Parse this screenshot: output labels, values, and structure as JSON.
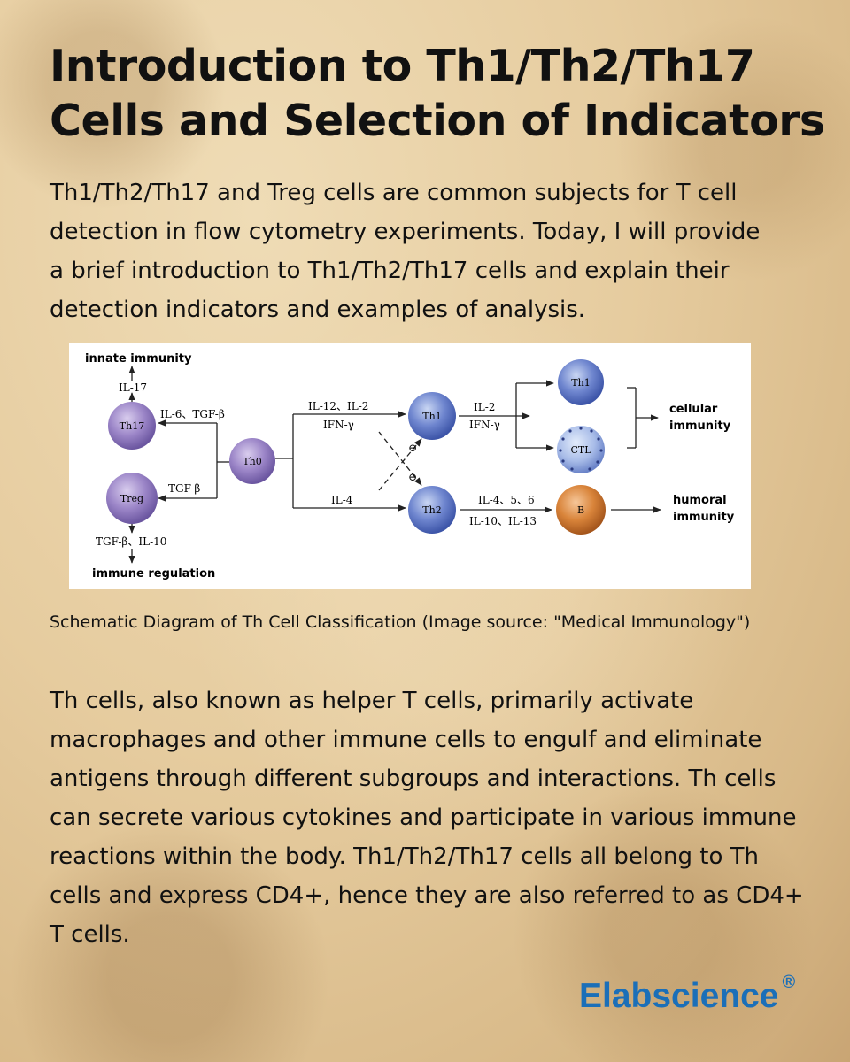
{
  "title": {
    "line1": "Introduction to Th1/Th2/Th17",
    "line2": "Cells and Selection of Indicators"
  },
  "intro": {
    "line1": "Th1/Th2/Th17 and Treg cells are common subjects for T cell",
    "line2": "detection in flow cytometry experiments. Today, I will provide",
    "line3": "a brief introduction to Th1/Th2/Th17 cells and explain their",
    "line4": "detection indicators and examples of analysis."
  },
  "diagram": {
    "innate_immunity": "innate immunity",
    "il17": "IL-17",
    "th17": "Th17",
    "il6_tgfb": "IL-6、TGF-β",
    "treg": "Treg",
    "tgfb": "TGF-β",
    "tgfb_il10": "TGF-β、IL-10",
    "immune_regulation": "immune regulation",
    "th0": "Th0",
    "il12_il2": "IL-12、IL-2",
    "ifng_1": "IFN-γ",
    "il4": "IL-4",
    "th1": "Th1",
    "th2": "Th2",
    "inhibit_symbol": "⊖",
    "il2": "IL-2",
    "ifng_2": "IFN-γ",
    "il4_5_6": "IL-4、5、6",
    "il10_13": "IL-10、IL-13",
    "th1_out": "Th1",
    "ctl": "CTL",
    "b": "B",
    "cellular_1": "cellular",
    "cellular_2": "immunity",
    "humoral_1": "humoral",
    "humoral_2": "immunity"
  },
  "caption": "Schematic Diagram of Th Cell Classification (Image source: \"Medical Immunology\")",
  "body": {
    "line1": "Th cells, also known as helper T cells, primarily activate",
    "line2": "macrophages and other immune cells to engulf and eliminate",
    "line3": "antigens through different subgroups and interactions. Th cells",
    "line4": "can secrete various cytokines and participate in various immune",
    "line5": "reactions within the body. Th1/Th2/Th17 cells all belong to Th",
    "line6": "cells and express CD4+, hence they are also referred to as CD4+",
    "line7": "T cells."
  },
  "brand": {
    "name": "Elabscience",
    "mark": "®",
    "color": "#1b6fb8"
  }
}
